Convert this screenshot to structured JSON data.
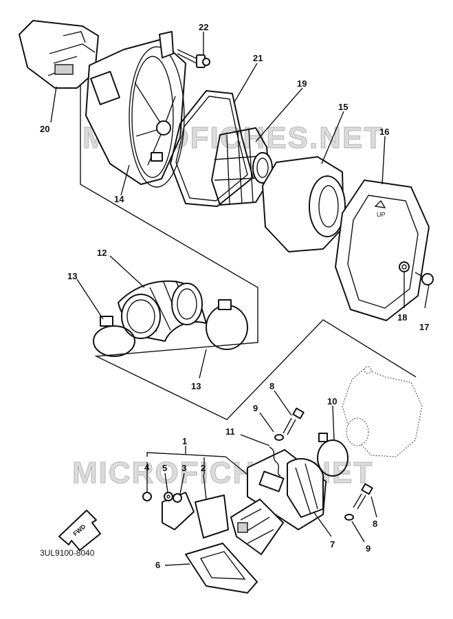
{
  "diagram": {
    "watermarks": [
      "MICROFICHES.NET",
      "MICROFICHES.NET"
    ],
    "drawing_code": "3UL9100-8040",
    "fwd_label": "FWD",
    "up_label": "UP",
    "callouts": {
      "p1": "1",
      "p2": "2",
      "p3": "3",
      "p4": "4",
      "p5": "5",
      "p6": "6",
      "p7": "7",
      "p8a": "8",
      "p8b": "8",
      "p9a": "9",
      "p9b": "9",
      "p10": "10",
      "p11": "11",
      "p12": "12",
      "p13a": "13",
      "p13b": "13",
      "p14": "14",
      "p15": "15",
      "p16": "16",
      "p17": "17",
      "p18": "18",
      "p19": "19",
      "p20": "20",
      "p21": "21",
      "p22": "22"
    }
  }
}
